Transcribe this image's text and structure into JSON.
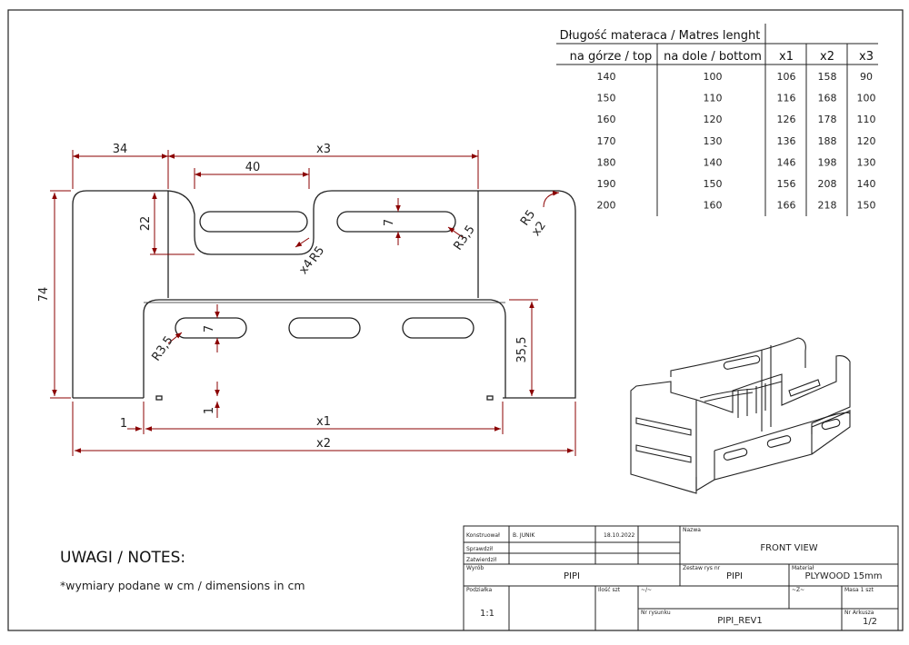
{
  "dimensions": {
    "top_left_width": "34",
    "top_span": "x3",
    "slot_width": "40",
    "slot_offset": "22",
    "slot_height": "7",
    "slot_radius_top": "R3,5",
    "handle_radius": "R5",
    "handle_count": "x4",
    "corner_radius": "R5",
    "corner_count": "x2",
    "total_height": "74",
    "lower_slot_radius": "R3,5",
    "lower_slot_height": "7",
    "lower_height": "35,5",
    "foot_gap": "1",
    "left_gap": "1",
    "inner_span": "x1",
    "total_span": "x2"
  },
  "table": {
    "title": "Długość materaca / Matres lenght",
    "col_top": "na górze / top",
    "col_bottom": "na dole / bottom",
    "col_x1": "x1",
    "col_x2": "x2",
    "col_x3": "x3",
    "rows": [
      [
        "140",
        "100",
        "106",
        "158",
        "90"
      ],
      [
        "150",
        "110",
        "116",
        "168",
        "100"
      ],
      [
        "160",
        "120",
        "126",
        "178",
        "110"
      ],
      [
        "170",
        "130",
        "136",
        "188",
        "120"
      ],
      [
        "180",
        "140",
        "146",
        "198",
        "130"
      ],
      [
        "190",
        "150",
        "156",
        "208",
        "140"
      ],
      [
        "200",
        "160",
        "166",
        "218",
        "150"
      ]
    ]
  },
  "notes": {
    "heading": "UWAGI / NOTES:",
    "line1": "*wymiary podane w cm / dimensions in cm"
  },
  "title_block": {
    "konstruowal_label": "Konstruował",
    "konstruowal_value": "B. JUNIK",
    "date": "18.10.2022",
    "sprawdzil_label": "Sprawdził",
    "zatwierdzil_label": "Zatwierdził",
    "nazwa_label": "Nazwa",
    "view_name": "FRONT VIEW",
    "wyrob_label": "Wyrób",
    "wyrob_value": "PIPI",
    "zestaw_label": "Zestaw rys nr",
    "zestaw_value": "PIPI",
    "material_label": "Materiał",
    "material_value": "PLYWOOD 15mm",
    "podzialka_label": "Podziałka",
    "podzialka_value": "1:1",
    "nr_rys_label": "Nr rysunku",
    "nr_rys_value": "PIPI_REV1",
    "arkusz_label": "Nr Arkusza",
    "arkusz_value": "1/2",
    "masa_label": "Masa 1 szt",
    "ilosc_label": "Ilość szt",
    "sym1": "~/~",
    "sym2": "~Z~"
  }
}
